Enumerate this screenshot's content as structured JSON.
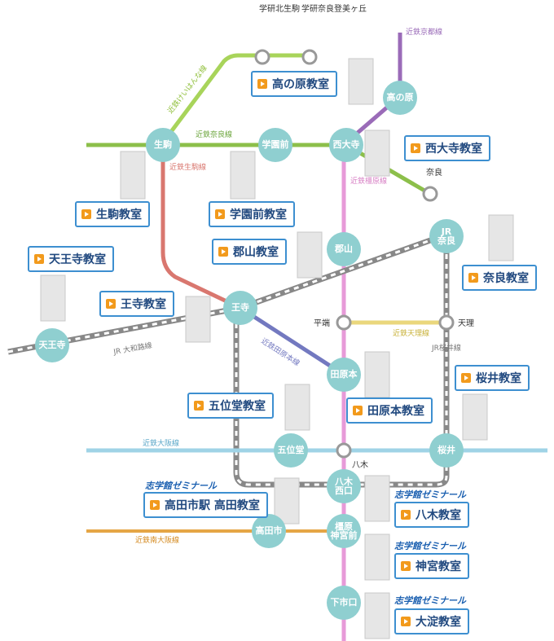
{
  "stations": {
    "ikoma": "生駒",
    "gakuenmae": "学園前",
    "saidaiji": "西大寺",
    "takanohara": "高の原",
    "koriyama": "郡山",
    "oji": "王寺",
    "tennoji": "天王寺",
    "jr_nara": "JR\n奈良",
    "tawaramoto": "田原本",
    "goidou": "五位堂",
    "sakurai": "桜井",
    "yagi_nishiguchi": "八木\n西口",
    "kashihara_jingumae": "橿原\n神宮前",
    "takadashi": "高田市",
    "shimoichiguchi": "下市口",
    "gakken_kitaikoma": "学研北生駒",
    "gakken_narattomigaoka": "学研奈良登美ヶ丘",
    "nara": "奈良",
    "hirahata": "平端",
    "tenri": "天理",
    "yagi": "八木"
  },
  "lines": {
    "keihanna": "近鉄けいはんな線",
    "nara_line": "近鉄奈良線",
    "kyoto_line": "近鉄京都線",
    "kashihara_line": "近鉄橿原線",
    "ikoma_line": "近鉄生駒線",
    "yamatoji": "JR 大和路線",
    "tawaramoto_line": "近鉄田原本線",
    "tenri_line": "近鉄天理線",
    "sakurai_line": "JR桜井線",
    "osaka_line": "近鉄大阪線",
    "minami_osaka_line": "近鉄南大阪線"
  },
  "schools": {
    "takanohara": "高の原教室",
    "saidaiji": "西大寺教室",
    "ikoma": "生駒教室",
    "gakuenmae": "学園前教室",
    "koriyama": "郡山教室",
    "tennoji": "天王寺教室",
    "oji": "王寺教室",
    "nara": "奈良教室",
    "sakurai": "桜井教室",
    "tawaramoto": "田原本教室",
    "goidou": "五位堂教室",
    "takada": "高田市駅  高田教室",
    "yagi": "八木教室",
    "jingu": "神宮教室",
    "oyodo": "大淀教室"
  },
  "brand": "志学館ゼミナール",
  "colors": {
    "green": "#8cbf4a",
    "lime": "#a8d45a",
    "purple": "#9a6bb8",
    "pink": "#e79ad8",
    "red": "#d9776f",
    "gray": "#9a9a9a",
    "blue": "#7379c0",
    "yellow": "#ead77c",
    "lightblue": "#9fd3e6",
    "orange": "#e5a646",
    "station": "#8fcfd0",
    "school_border": "#3d8fd0"
  }
}
